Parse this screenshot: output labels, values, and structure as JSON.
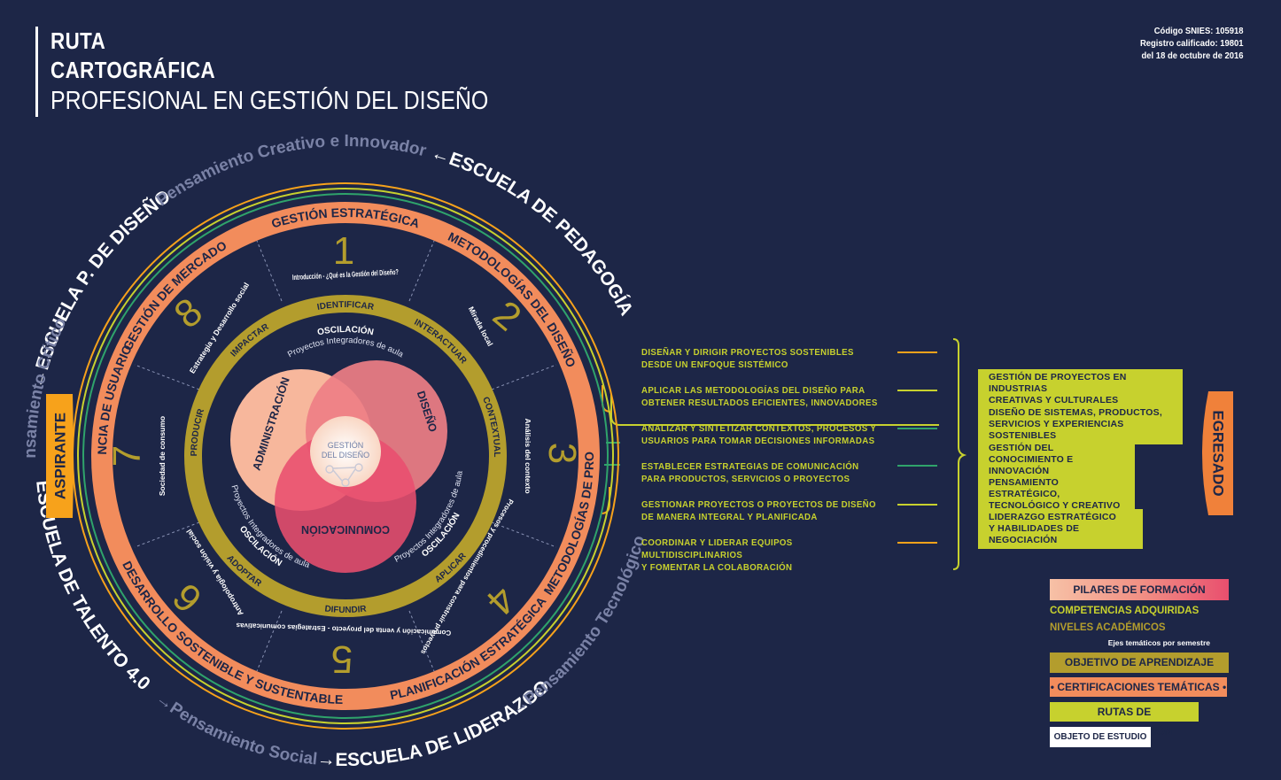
{
  "header": {
    "title_line1": "RUTA",
    "title_line2": "CARTOGRÁFICA",
    "subtitle": "PROFESIONAL EN GESTIÓN DEL DISEÑO",
    "snies_line1": "Código SNIES: 105918",
    "snies_line2": "Registro calificado: 19801",
    "snies_line3": "del 18 de octubre de 2016"
  },
  "outer_labels": {
    "escuela_diseno": "ESCUELA P. DE DISEÑO",
    "pensamiento_creativo": "Pensamiento Creativo e Innovador",
    "escuela_pedagogia": "ESCUELA DE PEDAGOGÍA",
    "pensamiento_critico": "Pensamiento Crítico",
    "escuela_talento": "ESCUELA DE TALENTO 4.0",
    "pensamiento_social": "Pensamiento Social",
    "escuela_liderazgo": "ESCUELA DE LIDERAZGO",
    "pensamiento_tecnologico": "Pensamiento Tecnológico",
    "arrow": "←",
    "arrow_right": "→"
  },
  "ring_labels": {
    "top": "GESTIÓN ESTRATÉGICA",
    "right_upper": "METODOLOGÍAS DEL DISEÑO",
    "right_lower": "METODOLOGÍAS DE PROYECTOS",
    "bottom_right": "PLANIFICACIÓN ESTRATÉGICA",
    "bottom": "DESARROLLO SOSTENIBLE Y SUSTENTABLE",
    "left": "EXPERIENCIA DE USUARIO",
    "top_left": "GESTIÓN DE MERCADO"
  },
  "semesters": [
    {
      "number": "1",
      "topic": "Introducción - ¿Qué es la Gestión del Diseño?"
    },
    {
      "number": "2",
      "topic": "Mirada local"
    },
    {
      "number": "3",
      "topic": "Análisis del contexto"
    },
    {
      "number": "4",
      "topic": "Procesos y procedimientos para construir proyectos"
    },
    {
      "number": "5",
      "topic": "Comunicación y venta del proyecto - Estrategias comunicativas"
    },
    {
      "number": "6",
      "topic": "Antropología y visión social"
    },
    {
      "number": "7",
      "topic": "Sociedad de consumo"
    },
    {
      "number": "8",
      "topic": "Estrategia y Desarrollo social"
    }
  ],
  "inner_ring": {
    "identificar": "IDENTIFICAR",
    "interactuar": "INTERACTUAR",
    "contextualizar": "CONTEXTUALIZAR",
    "aplicar": "APLICAR",
    "difundir": "DIFUNDIR",
    "adoptar": "ADOPTAR",
    "producir": "PRODUCIR",
    "impactar": "IMPACTAR"
  },
  "oscilacion": {
    "label": "OSCILACIÓN",
    "sub": "Proyectos Integradores de aula",
    "sub_lower": "Proyectos Integradores de aula"
  },
  "venn": {
    "administracion": "ADMINISTRACIÓN",
    "diseno": "DISEÑO",
    "comunicacion": "COMUNICACIÓN",
    "center_line1": "GESTIÓN",
    "center_line2": "DEL DISEÑO"
  },
  "side_labels": {
    "aspirante": "ASPIRANTE",
    "egresado": "EGRESADO"
  },
  "competencias": [
    {
      "line1": "DISEÑAR Y DIRIGIR PROYECTOS SOSTENIBLES",
      "line2": "DESDE UN ENFOQUE SISTÉMICO"
    },
    {
      "line1": "APLICAR LAS METODOLOGÍAS DEL DISEÑO PARA",
      "line2": "OBTENER RESULTADOS EFICIENTES, INNOVADORES"
    },
    {
      "line1": "ANALIZAR Y SINTETIZAR CONTEXTOS, PROCESOS Y",
      "line2": "USUARIOS PARA TOMAR DECISIONES INFORMADAS"
    },
    {
      "line1": "ESTABLECER ESTRATEGIAS DE COMUNICACIÓN",
      "line2": "PARA PRODUCTOS, SERVICIOS O PROYECTOS"
    },
    {
      "line1": "GESTIONAR PROYECTOS O PROYECTOS DE DISEÑO",
      "line2": "DE MANERA INTEGRAL Y PLANIFICADA"
    },
    {
      "line1": "COORDINAR Y LIDERAR EQUIPOS MULTIDISCIPLINARIOS",
      "line2": "Y FOMENTAR LA COLABORACIÓN"
    }
  ],
  "rutas": [
    {
      "line1": "GESTIÓN DE PROYECTOS EN INDUSTRIAS",
      "line2": "CREATIVAS Y CULTURALES"
    },
    {
      "line1": "DISEÑO DE SISTEMAS, PRODUCTOS,",
      "line2": "SERVICIOS Y EXPERIENCIAS SOSTENIBLES"
    },
    {
      "line1": "GESTIÓN DEL CONOCIMIENTO E",
      "line2": "INNOVACIÓN"
    },
    {
      "line1": "PENSAMIENTO ESTRATÉGICO,",
      "line2": "TECNOLÓGICO Y CREATIVO"
    },
    {
      "line1": "LIDERAZGO ESTRATÉGICO",
      "line2": "Y HABILIDADES DE NEGOCIACIÓN"
    }
  ],
  "legend": {
    "pilares": "PILARES DE FORMACIÓN",
    "competencias": "COMPETENCIAS ADQUIRIDAS",
    "niveles": "NIVELES ACADÉMICOS",
    "ejes": "Ejes temáticos por semestre",
    "objetivo": "OBJETIVO DE APRENDIZAJE",
    "certificaciones": "• CERTIFICACIONES TEMÁTICAS •",
    "rutas": "RUTAS DE PROFUNDIZACIÓN",
    "objeto": "OBJETO DE ESTUDIO"
  },
  "colors": {
    "background": "#1d2647",
    "orange_ring": "#f28c5c",
    "olive_ring": "#b39d2d",
    "lime": "#c7d12e",
    "green": "#2fa36b",
    "orange_tab": "#f7a21b",
    "egresado_tab": "#f0813a",
    "venn_admin": "#f7b79c",
    "venn_diseno": "#ee7e86",
    "venn_comunicacion": "#e94f6e"
  }
}
